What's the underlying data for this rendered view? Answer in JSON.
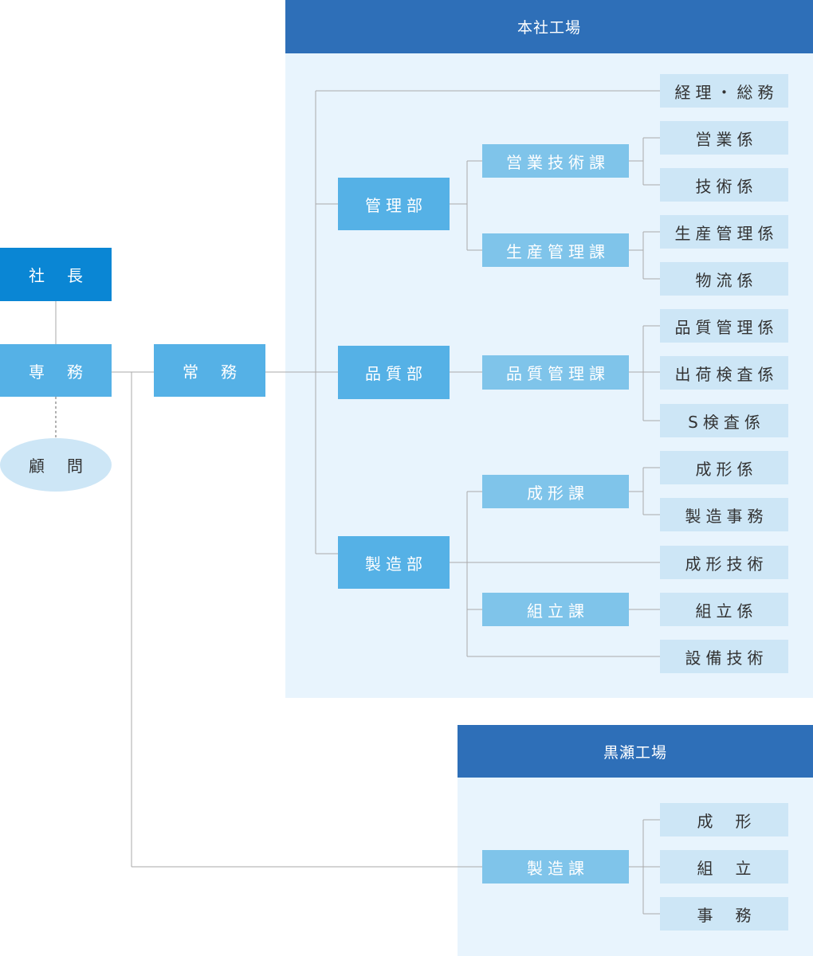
{
  "plants": {
    "honsha": {
      "title": "本社工場"
    },
    "kurose": {
      "title": "黒瀬工場"
    }
  },
  "executives": {
    "president": "社長",
    "senior_director": "専務",
    "advisor": "顧問",
    "managing_director": "常務"
  },
  "departments": {
    "admin": "管理部",
    "quality": "品質部",
    "manufacturing": "製造部"
  },
  "sections": {
    "sales_tech": "営業技術課",
    "production_mgmt": "生産管理課",
    "quality_mgmt": "品質管理課",
    "molding": "成形課",
    "assembly": "組立課",
    "kurose_mfg": "製造課"
  },
  "units": {
    "accounting": "経理・総務",
    "sales": "営業係",
    "tech": "技術係",
    "prod_mgmt": "生産管理係",
    "logistics": "物流係",
    "qc": "品質管理係",
    "shipping_inspect": "出荷検査係",
    "s_inspect": "S検査係",
    "molding_unit": "成形係",
    "mfg_office": "製造事務",
    "molding_tech": "成形技術",
    "assembly_unit": "組立係",
    "equipment_tech": "設備技術",
    "k_molding": "成形",
    "k_assembly": "組立",
    "k_office": "事務"
  },
  "colors": {
    "header": "#2e6fb8",
    "panel": "#e8f4fd",
    "executive": "#0a86d4",
    "department": "#55b1e6",
    "section": "#7fc4ea",
    "unit": "#cde6f6",
    "line": "#aaaaaa"
  }
}
